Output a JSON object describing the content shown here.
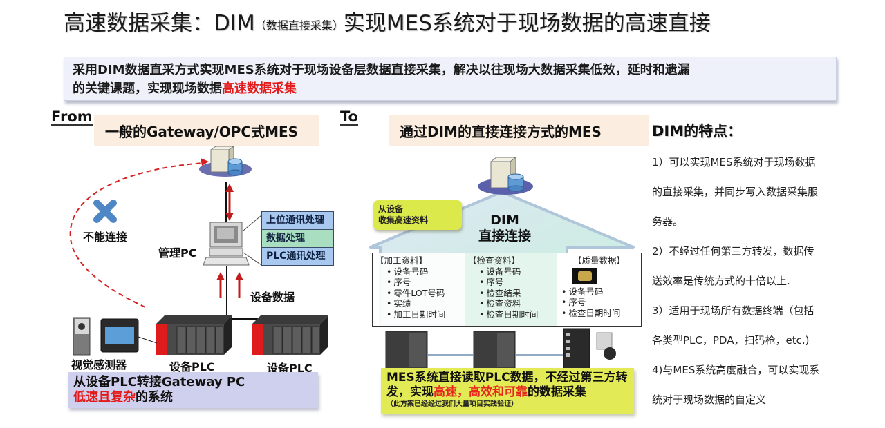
{
  "title": {
    "main_prefix": "高速数据采集：DIM",
    "paren": "（数据直接采集）",
    "main_suffix": "实现MES系统对于现场数据的高速直接"
  },
  "summary": {
    "line1": "采用DIM数据直采方式实现MES系统对于现场设备层数据直接采集，解决以往现场大数据采集低效，延时和遗漏",
    "line2_prefix": "的关键课题，实现现场数据",
    "line2_highlight": "高速数据采集"
  },
  "from_panel": {
    "label": "From",
    "heading": "一般的Gateway/OPC式MES",
    "cannot_connect": "不能连接",
    "mgmt_pc": "管理PC",
    "processing_layers": [
      "上位通讯处理",
      "数据处理",
      "PLC通讯处理"
    ],
    "device_data": "设备数据",
    "vision_sensor": "视觉感测器",
    "plc_labels": [
      "设备PLC",
      "设备PLC"
    ],
    "footer_line1": "从设备PLC转接Gateway PC",
    "footer_highlight": "低速且复杂",
    "footer_suffix": "的系统"
  },
  "to_panel": {
    "label": "To",
    "heading": "通过DIM的直接连接方式的MES",
    "tag_line1": "从设备",
    "tag_line2": "收集高速资料",
    "dim_line1": "DIM",
    "dim_line2": "直接连接",
    "columns": [
      {
        "header": "【加工资料】",
        "items": [
          "设备号码",
          "序号",
          "零件LOT号码",
          "实绩",
          "加工日期时间"
        ]
      },
      {
        "header": "【检查资料】",
        "items": [
          "设备号码",
          "序号",
          "检查结果",
          "检查资料",
          "检查日期时间"
        ]
      },
      {
        "header": "【质量数据】",
        "items": [
          "设备号码",
          "序号",
          "检查日期时间"
        ]
      }
    ],
    "footer_line1": "MES系统直接读取PLC数据，不经过第三方转",
    "footer_line2_prefix": "发，实现",
    "footer_line2_highlight": "高速，高效和可靠",
    "footer_line2_suffix": "的数据采集",
    "footer_note": "（此方案已经经过我们大量项目实践验证）"
  },
  "features": {
    "title": "DIM的特点：",
    "lines": [
      "1）可以实现MES系统对于现场数据",
      "的直接采集，并同步写入数据采集服",
      "务器。",
      "2）不经过任何第三方转发，数据传",
      "送效率是传统方式的十倍以上.",
      "3）适用于现场所有数据终端（包括",
      "各类型PLC，PDA，扫码枪，etc.)",
      "4)与MES系统高度融合，可以实现系",
      "统对于现场数据的自定义"
    ]
  },
  "colors": {
    "highlight_red": "#e41a1a",
    "arrow_red": "#d42020",
    "x_mark_blue": "#4f86c6",
    "summary_bg": "#eef1fa",
    "heading_bg": "#fbeee0",
    "left_footer_bg": "#cfd0ee",
    "right_footer_bg": "#e2ea55",
    "tag_bg": "#dbe94a"
  }
}
